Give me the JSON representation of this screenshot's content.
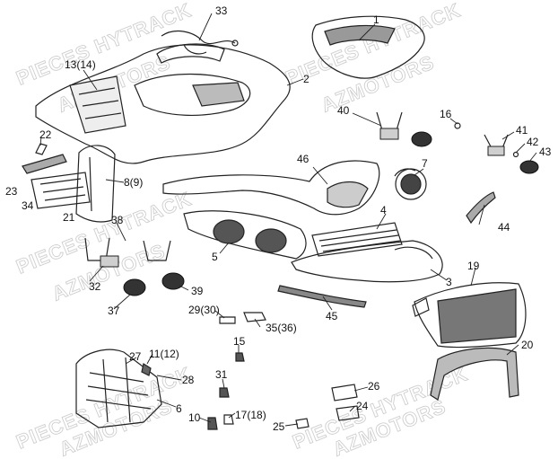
{
  "watermarks": [
    "PIECES HYTRACK",
    "AZMOTORS",
    "PIECES HYTRACK",
    "AZMOTORS",
    "PIECES HYTRACK",
    "AZMOTORS",
    "PIECES HYTRACK",
    "AZMOTORS",
    "PIECES HYTRACK",
    "AZMOTORS"
  ],
  "callouts": [
    "1",
    "2",
    "3",
    "4",
    "5",
    "6",
    "7",
    "8(9)",
    "10",
    "11(12)",
    "13(14)",
    "15",
    "16",
    "17(18)",
    "19",
    "20",
    "21",
    "22",
    "23",
    "24",
    "25",
    "26",
    "27",
    "28",
    "29(30)",
    "31",
    "32",
    "33",
    "34",
    "35(36)",
    "37",
    "38",
    "39",
    "40",
    "41",
    "42",
    "43",
    "44",
    "45",
    "46"
  ]
}
